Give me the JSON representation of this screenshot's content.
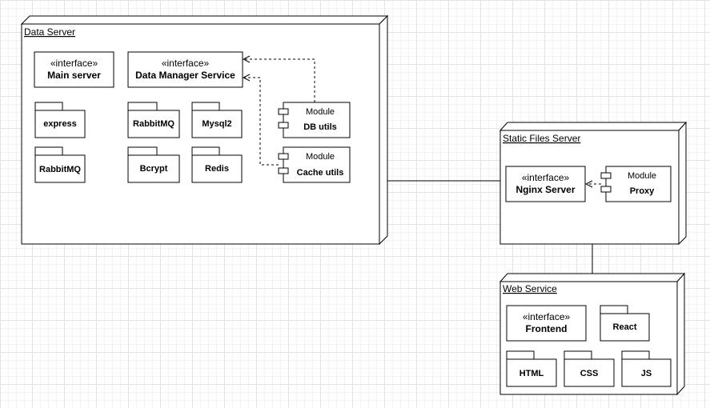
{
  "nodes": {
    "data_server": {
      "title": "Data Server",
      "main_server": {
        "stereotype": "«interface»",
        "name": "Main server"
      },
      "data_manager": {
        "stereotype": "«interface»",
        "name": "Data Manager Service"
      },
      "packages": [
        "express",
        "RabbitMQ",
        "RabbitMQ",
        "Mysql2",
        "Bcrypt",
        "Redis"
      ],
      "db_utils": {
        "keyword": "Module",
        "name": "DB utils"
      },
      "cache_utils": {
        "keyword": "Module",
        "name": "Cache utils"
      }
    },
    "static_server": {
      "title": "Static Files Server",
      "nginx": {
        "stereotype": "«interface»",
        "name": "Nginx Server"
      },
      "proxy": {
        "keyword": "Module",
        "name": "Proxy"
      }
    },
    "web_service": {
      "title": "Web Service",
      "frontend": {
        "stereotype": "«interface»",
        "name": "Frontend"
      },
      "packages": [
        "React",
        "HTML",
        "CSS",
        "JS"
      ]
    }
  }
}
